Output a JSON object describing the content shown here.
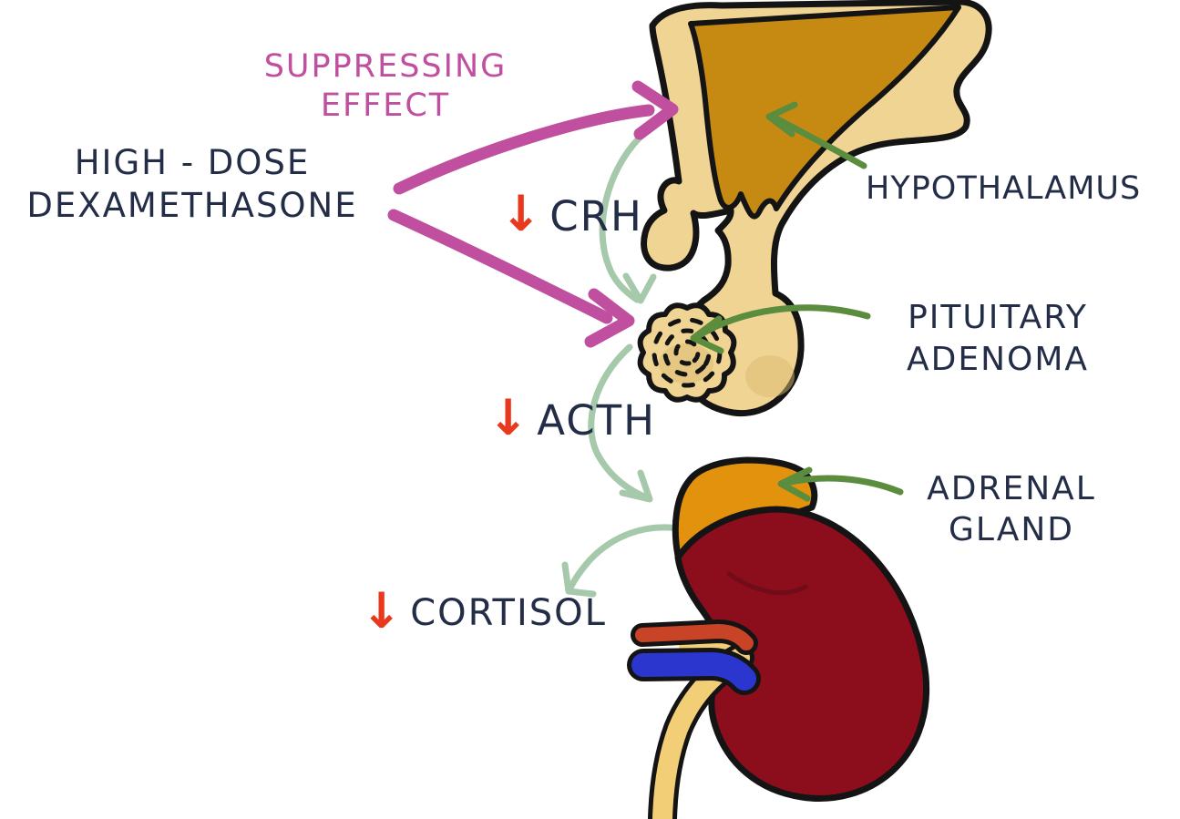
{
  "labels": {
    "suppressing_effect": "SUPPRESSING\nEFFECT",
    "drug": "HIGH - DOSE\nDEXAMETHASONE",
    "hypothalamus": "HYPOTHALAMUS",
    "pituitary_adenoma": "PITUITARY\nADENOMA",
    "adrenal_gland": "ADRENAL\nGLAND"
  },
  "hormones": {
    "crh": {
      "arrow": "↓",
      "name": "CRH"
    },
    "acth": {
      "arrow": "↓",
      "name": "ACTH"
    },
    "cortisol": {
      "arrow": "↓",
      "name": "CORTISOL"
    }
  },
  "colors": {
    "magenta": "#C04FA0",
    "navy": "#242D47",
    "red": "#E8391E",
    "sage_green": "#A5C9AA",
    "dark_green": "#5C8C3E",
    "outline_black": "#141414",
    "brain_tan": "#F0D493",
    "hypothalamus_gold": "#C68A12",
    "adenoma_shade": "#D9B96F",
    "kidney_maroon": "#8C0E1C",
    "kidney_crease": "#6E0C19",
    "adrenal_orange": "#E2920C",
    "artery_red": "#C94327",
    "vein_blue": "#2B36CE",
    "ureter_yellow": "#F2CF77",
    "background": "#FFFFFF"
  }
}
